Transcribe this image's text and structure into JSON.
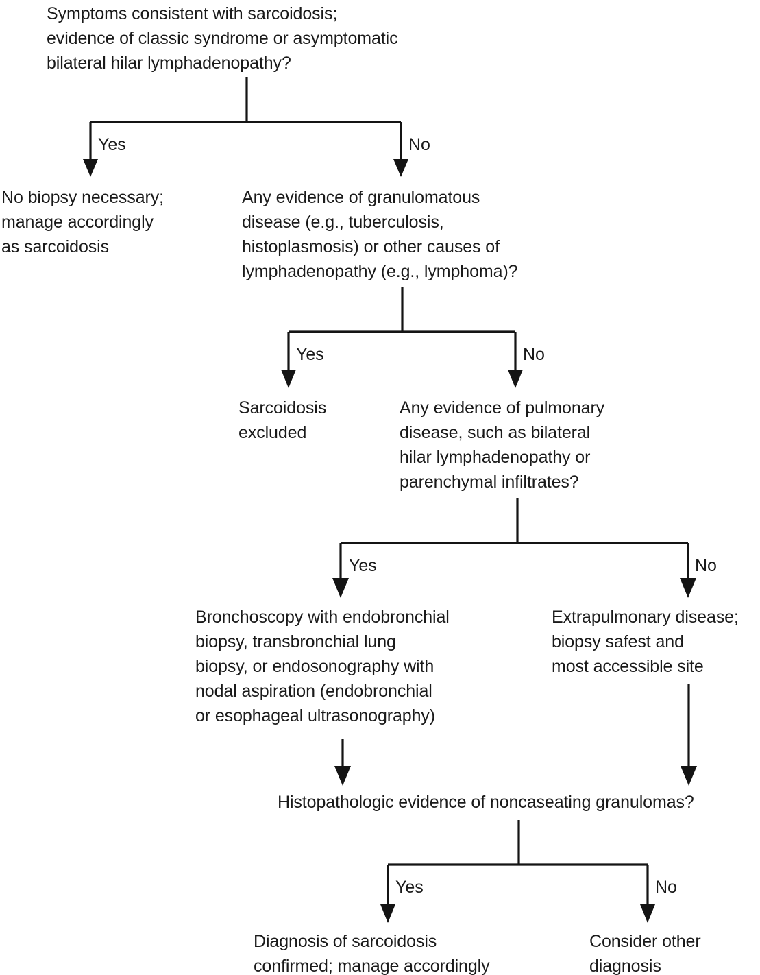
{
  "diagram": {
    "title": "Sarcoidosis diagnostic algorithm flowchart",
    "type": "decision-flowchart",
    "line_color": "#141414",
    "text_color": "#1a1a1a",
    "background_color": "#ffffff"
  },
  "nodes": {
    "start_question": "Symptoms consistent with sarcoidosis;\nevidence of classic syndrome or asymptomatic\nbilateral hilar lymphadenopathy?",
    "no_biopsy": "No biopsy necessary;\nmanage accordingly\nas sarcoidosis",
    "granulomatous_question": "Any evidence of granulomatous\ndisease (e.g., tuberculosis,\nhistoplasmosis) or other causes of\nlymphadenopathy (e.g., lymphoma)?",
    "sarcoidosis_excluded": "Sarcoidosis\nexcluded",
    "pulmonary_question": "Any evidence of pulmonary\ndisease, such as bilateral\nhilar lymphadenopathy or\nparenchymal infiltrates?",
    "bronchoscopy": "Bronchoscopy with endobronchial\nbiopsy, transbronchial lung\nbiopsy, or endosonography with\nnodal aspiration (endobronchial\nor esophageal ultrasonography)",
    "extrapulmonary": "Extrapulmonary disease;\nbiopsy safest and\nmost accessible site",
    "histopathologic_question": "Histopathologic evidence of noncaseating granulomas?",
    "diagnosis_confirmed": "Diagnosis of sarcoidosis\nconfirmed; manage accordingly",
    "consider_other": "Consider other\ndiagnosis"
  },
  "branch_labels": {
    "b1_yes": "Yes",
    "b1_no": "No",
    "b2_yes": "Yes",
    "b2_no": "No",
    "b3_yes": "Yes",
    "b3_no": "No",
    "b4_yes": "Yes",
    "b4_no": "No"
  }
}
